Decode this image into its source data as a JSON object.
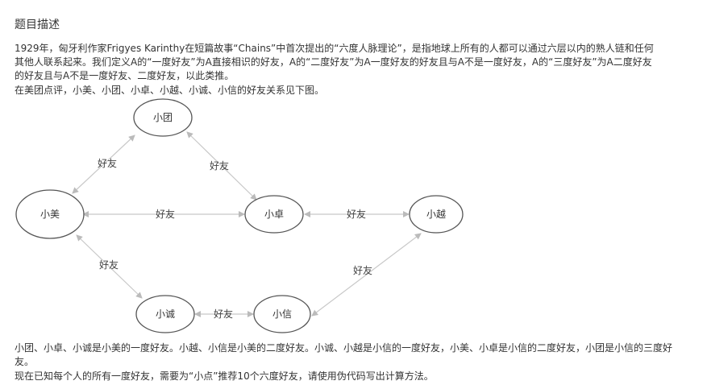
{
  "section_title": "题目描述",
  "intro_paragraph": "1929年，匈牙利作家Frigyes Karinthy在短篇故事“Chains”中首次提出的“六度人脉理论”，是指地球上所有的人都可以通过六层以内的熟人链和任何其他人联系起来。我们定义A的“一度好友”为A直接相识的好友，A的“二度好友”为A一度好友的好友且与A不是一度好友，A的“三度好友”为A二度好友的好友且与A不是一度好友、二度好友，以此类推。",
  "diagram_intro": "在美团点评，小美、小团、小卓、小越、小诚、小信的好友关系见下图。",
  "diagram": {
    "nodes": {
      "xiaotuan": "小团",
      "xiaomei": "小美",
      "xiaozhuo": "小卓",
      "xiaoyue": "小越",
      "xiaocheng": "小诚",
      "xiaoxin": "小信"
    },
    "edges": [
      {
        "from": "xiaomei",
        "to": "xiaotuan",
        "label": "好友"
      },
      {
        "from": "xiaotuan",
        "to": "xiaozhuo",
        "label": "好友"
      },
      {
        "from": "xiaomei",
        "to": "xiaozhuo",
        "label": "好友"
      },
      {
        "from": "xiaozhuo",
        "to": "xiaoyue",
        "label": "好友"
      },
      {
        "from": "xiaomei",
        "to": "xiaocheng",
        "label": "好友"
      },
      {
        "from": "xiaocheng",
        "to": "xiaoxin",
        "label": "好友"
      },
      {
        "from": "xiaoxin",
        "to": "xiaoyue",
        "label": "好友"
      }
    ]
  },
  "explanation": "小团、小卓、小诚是小美的一度好友。小越、小信是小美的二度好友。小诚、小越是小信的一度好友，小美、小卓是小信的二度好友，小团是小信的三度好友。",
  "task": "现在已知每个人的所有一度好友，需要为“小点”推荐10个六度好友，请使用伪代码写出计算方法。",
  "colors": {
    "node_stroke": "#555555",
    "edge_stroke": "#c8c8c8",
    "text": "#333333"
  }
}
